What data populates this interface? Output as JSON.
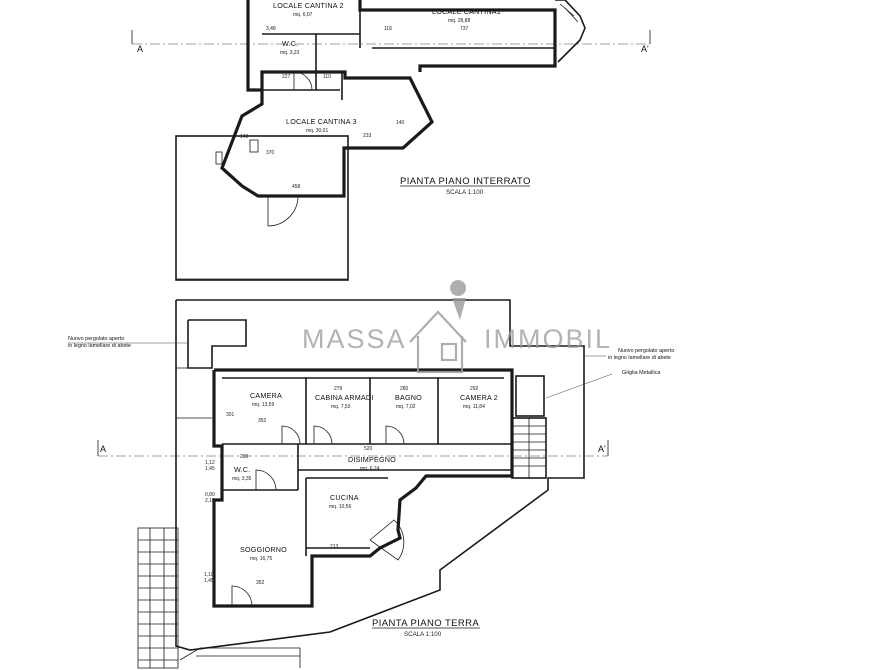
{
  "basement": {
    "title": "PIANTA PIANO INTERRATO",
    "scale": "SCALA 1:100",
    "rooms": [
      {
        "name": "LOCALE CANTINA 2",
        "area": "mq. 6,07"
      },
      {
        "name": "LOCALE CANTINA1",
        "area": "mq. 28,88"
      },
      {
        "name": "W.C.",
        "area": "mq. 3,23"
      },
      {
        "name": "LOCALE CANTINA 3",
        "area": "mq. 30,01"
      }
    ],
    "dims": [
      "116",
      "737",
      "3,48",
      "227",
      "110",
      "233",
      "143",
      "370",
      "458",
      "140"
    ],
    "section": [
      "A",
      "A'"
    ]
  },
  "ground": {
    "title": "PIANTA PIANO TERRA",
    "scale": "SCALA 1:100",
    "rooms": [
      {
        "name": "CAMERA",
        "area": "mq. 13,59"
      },
      {
        "name": "CABINA ARMADI",
        "area": "mq. 7,53"
      },
      {
        "name": "BAGNO",
        "area": "mq. 7,02"
      },
      {
        "name": "CAMERA 2",
        "area": "mq. 11,84"
      },
      {
        "name": "DISIMPEGNO",
        "area": "mq. 6,24"
      },
      {
        "name": "W.C.",
        "area": "mq. 3,35"
      },
      {
        "name": "CUCINA",
        "area": "mq. 10,56"
      },
      {
        "name": "SOGGIORNO",
        "area": "mq. 16,75"
      }
    ],
    "dims": [
      "279",
      "280",
      "292",
      "352",
      "520",
      "301",
      "230",
      "213",
      "352",
      "1,12",
      "1,45",
      "0,80",
      "2,10",
      "1,10",
      "1,45"
    ],
    "notes": {
      "left": [
        "Nuovo pergolato aperto",
        "in legno lamellare di abete"
      ],
      "right": [
        "Nuovo pergolato aperto",
        "in legno lamellare di abete"
      ],
      "grill": "Griglia Metallica"
    },
    "section": [
      "A",
      "A'"
    ]
  },
  "watermark": {
    "left": "MASSA",
    "right": "IMMOBIL"
  }
}
